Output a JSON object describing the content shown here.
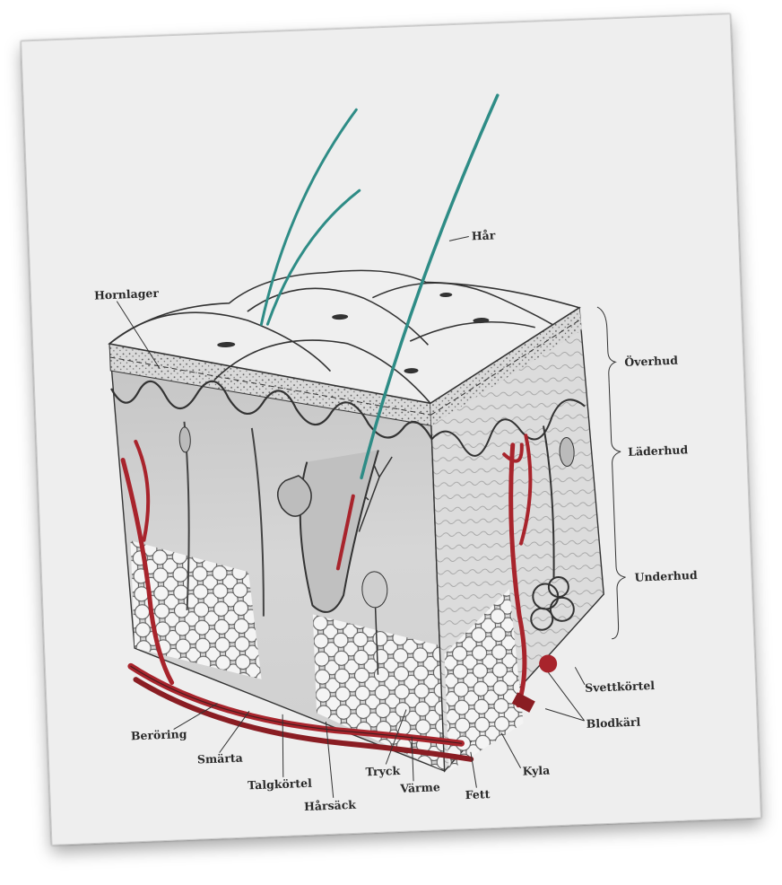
{
  "labels": {
    "har": "Hår",
    "hornlager": "Hornlager",
    "overhud": "Överhud",
    "laderhud": "Läderhud",
    "underhud": "Underhud",
    "svettkortel": "Svettkörtel",
    "blodkarl": "Blodkärl",
    "kyla": "Kyla",
    "fett": "Fett",
    "varme": "Värme",
    "tryck": "Tryck",
    "harsack": "Hårsäck",
    "talgkortel": "Talgkörtel",
    "smarta": "Smärta",
    "beroring": "Beröring"
  },
  "colors": {
    "hair": "#2e8c86",
    "vessel": "#a8242c",
    "ink": "#3a3a3a",
    "paper": "#eeeeee"
  }
}
